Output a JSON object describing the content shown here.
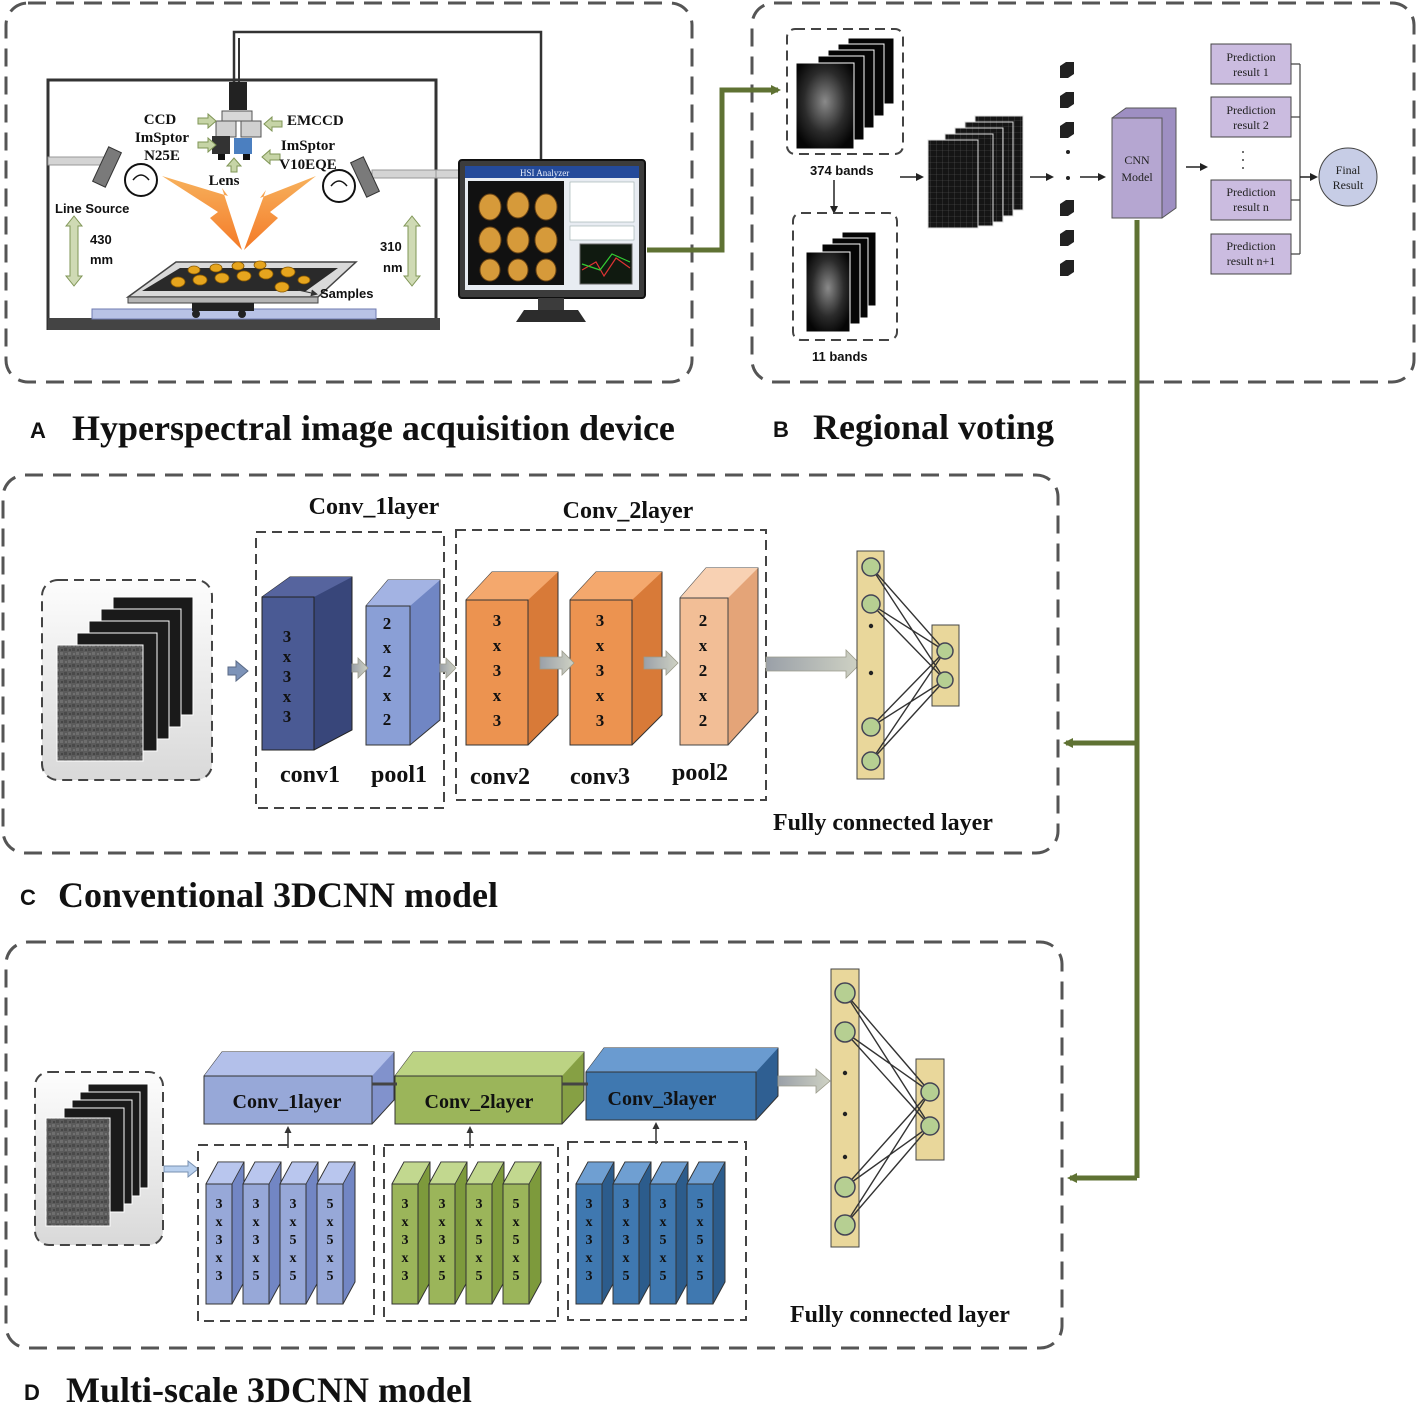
{
  "panels": {
    "a": {
      "letter": "A",
      "title": "Hyperspectral image acquisition device"
    },
    "b": {
      "letter": "B",
      "title": "Regional voting"
    },
    "c": {
      "letter": "C",
      "title": "Conventional 3DCNN model"
    },
    "d": {
      "letter": "D",
      "title": "Multi-scale 3DCNN model"
    }
  },
  "device": {
    "ccd": "CCD",
    "imspector_left_1": "ImSptor",
    "imspector_left_2": "N25E",
    "emccd": "EMCCD",
    "imspector_right_1": "ImSptor",
    "imspector_right_2": "V10EQE",
    "lens": "Lens",
    "line_source": "Line Source",
    "height_value": "430",
    "height_unit": "mm",
    "wl_value": "310",
    "wl_unit": "nm",
    "samples": "Samples",
    "software_title": "HSI Analyzer"
  },
  "voting": {
    "bands_full": "374   bands",
    "bands_sel": "11   bands",
    "model_line1": "CNN",
    "model_line2": "Model",
    "results": [
      {
        "l1": "Prediction",
        "l2": "result 1"
      },
      {
        "l1": "Prediction",
        "l2": "result 2"
      },
      {
        "l1": "Prediction",
        "l2": "result n"
      },
      {
        "l1": "Prediction",
        "l2": "result n+1"
      }
    ],
    "final_l1": "Final",
    "final_l2": "Result"
  },
  "conventional": {
    "group1": "Conv_1layer",
    "group2": "Conv_2layer",
    "layers": [
      {
        "name": "conv1",
        "kernel": [
          "3",
          "x",
          "3",
          "x",
          "3"
        ]
      },
      {
        "name": "pool1",
        "kernel": [
          "2",
          "x",
          "2",
          "x",
          "2"
        ]
      },
      {
        "name": "conv2",
        "kernel": [
          "3",
          "x",
          "3",
          "x",
          "3"
        ]
      },
      {
        "name": "conv3",
        "kernel": [
          "3",
          "x",
          "3",
          "x",
          "3"
        ]
      },
      {
        "name": "pool2",
        "kernel": [
          "2",
          "x",
          "2",
          "x",
          "2"
        ]
      }
    ],
    "fc_label": "Fully connected layer"
  },
  "multiscale": {
    "groups": [
      {
        "name": "Conv_1layer",
        "kernels": [
          [
            "3",
            "x",
            "3",
            "x",
            "3"
          ],
          [
            "3",
            "x",
            "3",
            "x",
            "5"
          ],
          [
            "3",
            "x",
            "5",
            "x",
            "5"
          ],
          [
            "5",
            "x",
            "5",
            "x",
            "5"
          ]
        ]
      },
      {
        "name": "Conv_2layer",
        "kernels": [
          [
            "3",
            "x",
            "3",
            "x",
            "3"
          ],
          [
            "3",
            "x",
            "3",
            "x",
            "5"
          ],
          [
            "3",
            "x",
            "5",
            "x",
            "5"
          ],
          [
            "5",
            "x",
            "5",
            "x",
            "5"
          ]
        ]
      },
      {
        "name": "Conv_3layer",
        "kernels": [
          [
            "3",
            "x",
            "3",
            "x",
            "3"
          ],
          [
            "3",
            "x",
            "3",
            "x",
            "5"
          ],
          [
            "3",
            "x",
            "5",
            "x",
            "5"
          ],
          [
            "5",
            "x",
            "5",
            "x",
            "5"
          ]
        ]
      }
    ],
    "fc_label": "Fully connected layer"
  },
  "colors": {
    "green_arrow": "#5f7233",
    "conv_dark": "#4a5a94",
    "pool_light": "#8a9fd6",
    "orange": "#ec9350",
    "peach": "#f2be96",
    "ms_blue": "#97a8d8",
    "ms_green": "#9bb55a",
    "ms_steel": "#3f78b0",
    "fc_fill": "#e9d79b",
    "node_fill": "#b6cf92",
    "purple_model": "#b5a6d1",
    "pred_box": "#cbbce0",
    "final_circle": "#c7cde6"
  }
}
